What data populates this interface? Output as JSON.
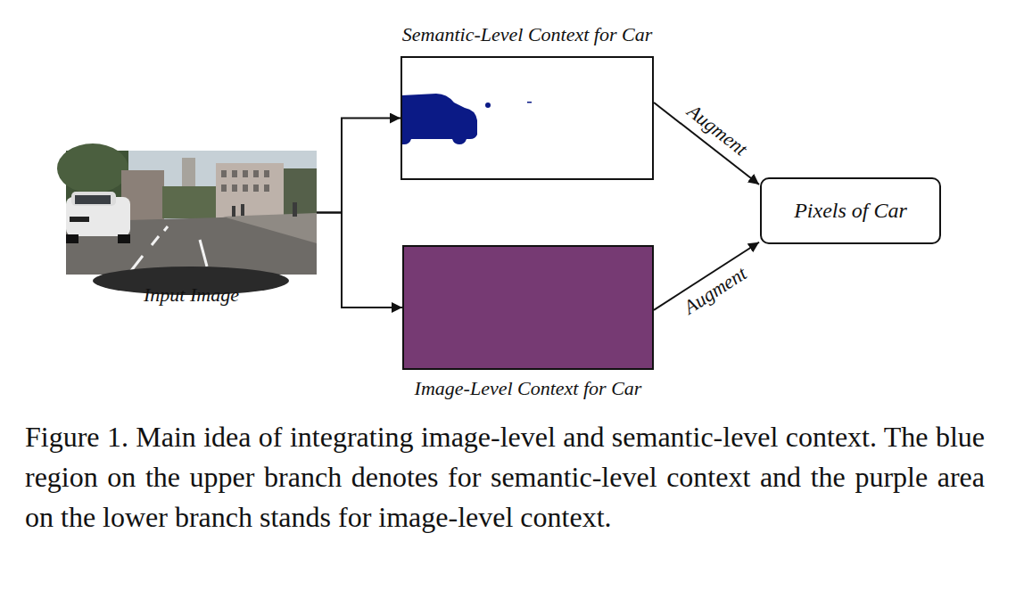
{
  "diagram": {
    "caption": "Figure 1. Main idea of integrating image-level and semantic-level context. The blue region on the upper branch denotes for semantic-level context and the purple area on the lower branch stands for image-level context.",
    "nodes": [
      {
        "text": [
          "Input Image"
        ]
      },
      {
        "text": [
          "Semantic-Level Context for Car"
        ]
      },
      {
        "text": [
          "Image-Level Context for Car"
        ]
      },
      {
        "text": [
          "Pixels of Car"
        ]
      }
    ],
    "edges": [
      {
        "from": 0,
        "to": 1,
        "arrow": "to"
      },
      {
        "from": 0,
        "to": 2,
        "arrow": "to"
      },
      {
        "from": 1,
        "to": 3,
        "arrow": "to",
        "label": "Augment"
      },
      {
        "from": 2,
        "to": 3,
        "arrow": "to",
        "label": "Augment"
      }
    ]
  }
}
